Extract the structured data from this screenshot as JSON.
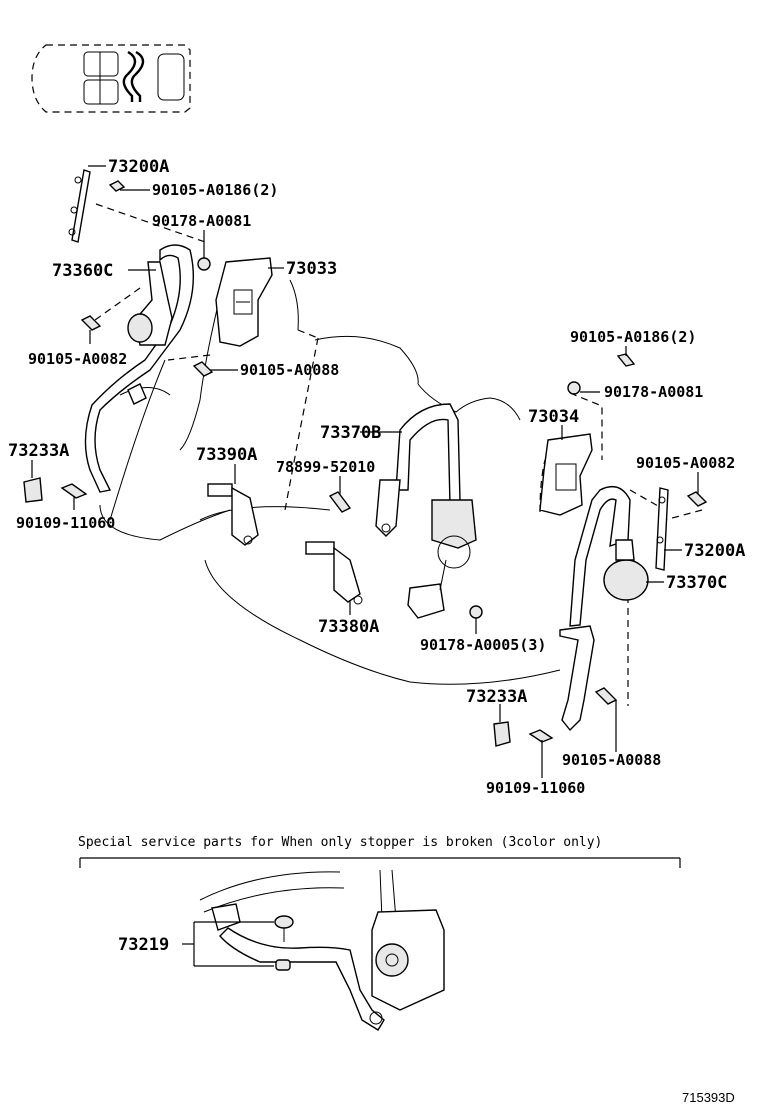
{
  "labels": {
    "p73200A_top": "73200A",
    "p90105_A0186_top": "90105-A0186(2)",
    "p90178_A0081_top": "90178-A0081",
    "p73360C": "73360C",
    "p73033": "73033",
    "p90105_A0082_left": "90105-A0082",
    "p90105_A0088_left": "90105-A0088",
    "p73233A_left": "73233A",
    "p90109_11060_left": "90109-11060",
    "p73390A": "73390A",
    "p73370B": "73370B",
    "p78899_52010": "78899-52010",
    "p73380A": "73380A",
    "p73034": "73034",
    "p90105_A0186_right": "90105-A0186(2)",
    "p90178_A0081_right": "90178-A0081",
    "p90105_A0082_right": "90105-A0082",
    "p73200A_right": "73200A",
    "p73370C": "73370C",
    "p90178_A0005": "90178-A0005(3)",
    "p73233A_right": "73233A",
    "p90105_A0088_right": "90105-A0088",
    "p90109_11060_right": "90109-11060",
    "p73219": "73219"
  },
  "special_note": "Special service parts for When only stopper is broken (3color only)",
  "diagram_ref": "715393D"
}
